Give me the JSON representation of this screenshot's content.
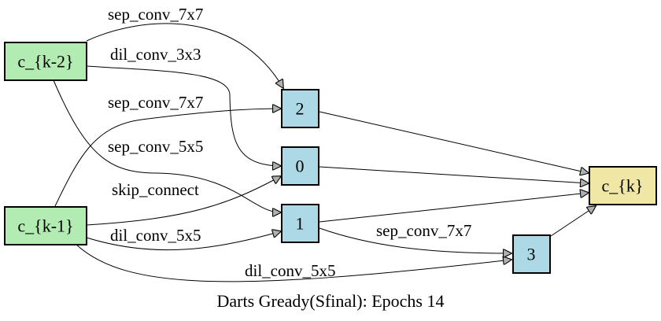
{
  "caption": "Darts Gready(Sfinal): Epochs 14",
  "colors": {
    "input_node": "#b3ecb3",
    "intermediate_node": "#add8e6",
    "output_node": "#f0e6a6",
    "arrowhead": "#b0b0b0",
    "stroke": "#000000"
  },
  "nodes": {
    "ck2": "c_{k-2}",
    "ck1": "c_{k-1}",
    "n0": "0",
    "n1": "1",
    "n2": "2",
    "n3": "3",
    "ck": "c_{k}"
  },
  "edges": {
    "ck2_to_2": "sep_conv_7x7",
    "ck2_to_0": "dil_conv_3x3",
    "ck1_to_2": "sep_conv_7x7",
    "ck2_to_1": "sep_conv_5x5",
    "ck1_to_0": "skip_connect",
    "ck1_to_1": "dil_conv_5x5",
    "n1_to_3": "sep_conv_7x7",
    "ck1_to_3": "dil_conv_5x5"
  }
}
